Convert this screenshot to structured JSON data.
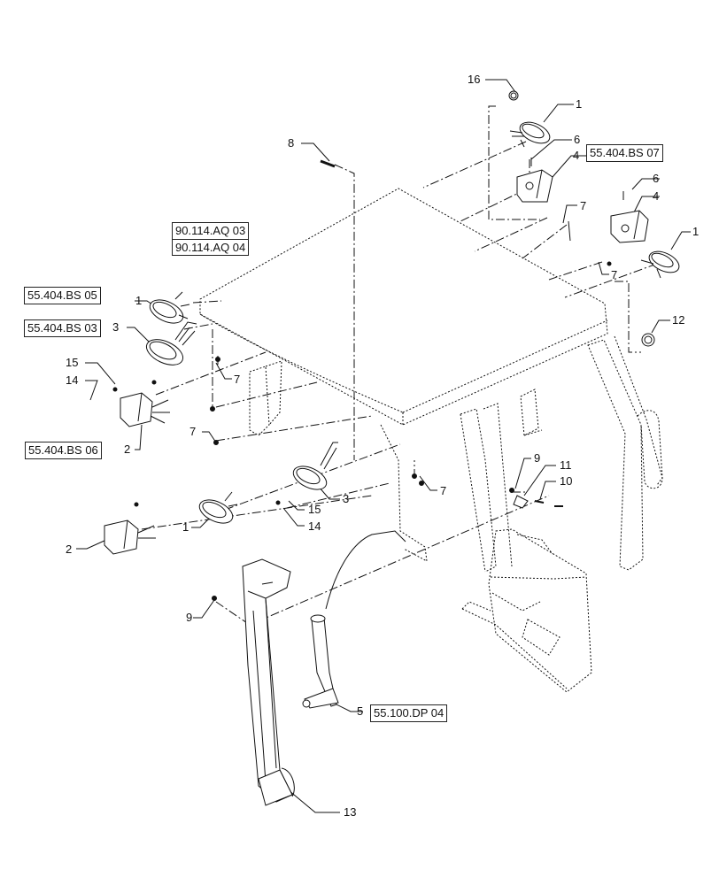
{
  "callouts": {
    "c16": "16",
    "c1_top": "1",
    "c6_a": "6",
    "c4_a": "4",
    "c8": "8",
    "c6_b": "6",
    "c4_b": "4",
    "c7_top": "7",
    "c1_right": "1",
    "c7_right": "7",
    "c12": "12",
    "c1_left": "1",
    "c3_left": "3",
    "c15_left": "15",
    "c14_left": "14",
    "c7_left_a": "7",
    "c7_left_b": "7",
    "c2_left": "2",
    "c9_right": "9",
    "c11": "11",
    "c10": "10",
    "c7_mid": "7",
    "c3_mid": "3",
    "c15_mid": "15",
    "c14_mid": "14",
    "c1_mid": "1",
    "c2_low": "2",
    "c9_left": "9",
    "c5": "5",
    "c13": "13"
  },
  "references": {
    "bs07": "55.404.BS 07",
    "aq03": "90.114.AQ 03",
    "aq04": "90.114.AQ 04",
    "bs05": "55.404.BS 05",
    "bs03": "55.404.BS 03",
    "bs06": "55.404.BS 06",
    "dp04": "55.100.DP 04"
  }
}
